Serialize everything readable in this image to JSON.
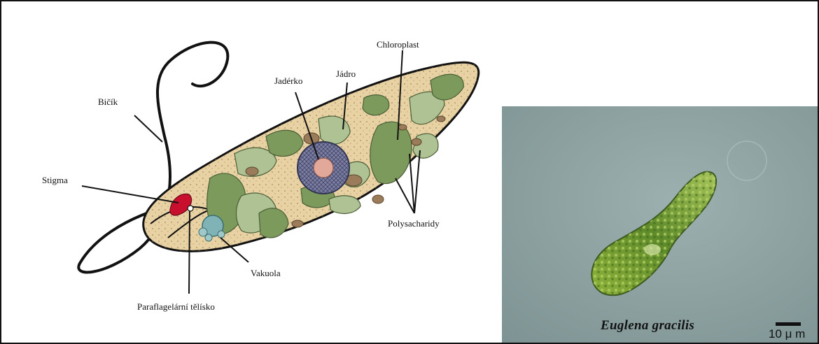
{
  "diagram": {
    "labels": {
      "bicik": "Bičík",
      "chloroplast": "Chloroplast",
      "jaderko": "Jadérko",
      "jadro": "Jádro",
      "stigma": "Stigma",
      "polysacharidy": "Polysacharidy",
      "vakuola": "Vakuola",
      "paraflagelarni": "Paraflagelární tělísko"
    },
    "colors": {
      "cytoplasm": "#e8d2a4",
      "chloroplast": "#7c9a5c",
      "chloroplast_light": "#aec294",
      "nucleus": "#7d7fa0",
      "nucleolus": "#e2a89a",
      "stigma": "#c8102e",
      "vacuole": "#7fb3b6",
      "polysaccharide": "#9a7b5a"
    }
  },
  "micrograph": {
    "species": "Euglena gracilis",
    "scale_label": "10 μ m",
    "background": "#8fa3a3"
  }
}
